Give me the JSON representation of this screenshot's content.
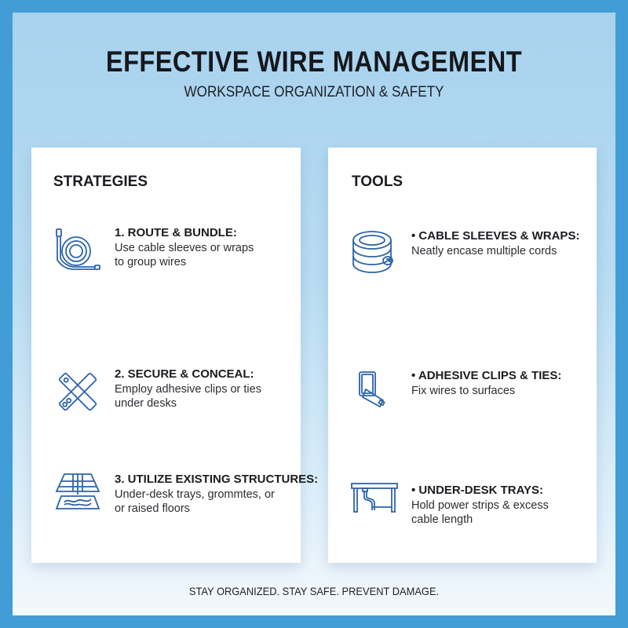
{
  "header": {
    "title": "EFFECTIVE WIRE MANAGEMENT",
    "subtitle": "WORKSPACE ORGANIZATION & SAFETY"
  },
  "strategies": {
    "title": "STRATEGIES",
    "items": [
      {
        "icon": "coiled-cable-icon",
        "heading": "1. ROUTE & BUNDLE:",
        "desc_lines": [
          "Use cable sleeves or wraps",
          "to group wires"
        ]
      },
      {
        "icon": "crossed-clips-icon",
        "heading": "2. SECURE & CONCEAL:",
        "desc_lines": [
          "Employ adhesive clips or ties",
          "under desks"
        ]
      },
      {
        "icon": "raised-floor-icon",
        "heading": "3. UTILIZE EXISTING STRUCTURES:",
        "desc_lines": [
          "Under-desk trays, grommtes, or",
          "or raised floors"
        ]
      }
    ]
  },
  "tools": {
    "title": "TOOLS",
    "items": [
      {
        "icon": "cable-sleeve-icon",
        "heading": "• CABLE SLEEVES & WRAPS:",
        "desc_lines": [
          "Neatly encase multiple cords"
        ]
      },
      {
        "icon": "adhesive-clip-icon",
        "heading": "• ADHESIVE CLIPS & TIES:",
        "desc_lines": [
          "Fix wires to surfaces"
        ]
      },
      {
        "icon": "under-desk-tray-icon",
        "heading": "• UNDER-DESK TRAYS:",
        "desc_lines": [
          "Hold power strips & excess",
          "cable length"
        ]
      }
    ]
  },
  "footer": {
    "tagline": "STAY ORGANIZED. STAY SAFE. PREVENT DAMAGE."
  },
  "colors": {
    "outer_border": "#429dd6",
    "panel_top": "#a8d2ee",
    "icon_stroke": "#2d64a8",
    "text": "#1a1c20"
  }
}
